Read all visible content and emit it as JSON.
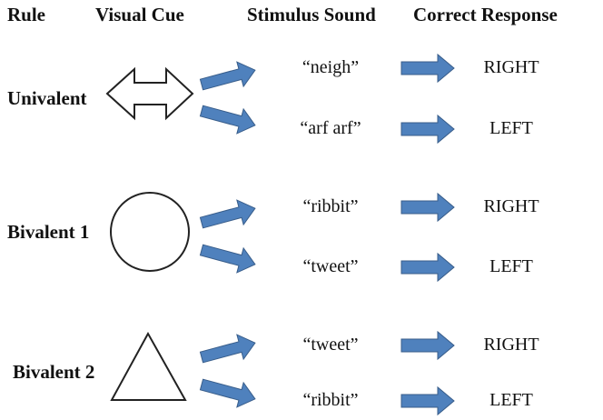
{
  "headers": {
    "rule": "Rule",
    "visual_cue": "Visual Cue",
    "stimulus_sound": "Stimulus Sound",
    "correct_response": "Correct Response"
  },
  "rows": [
    {
      "rule": "Univalent",
      "cue": "double-arrow",
      "pairs": [
        {
          "sound": "“neigh”",
          "response": "RIGHT"
        },
        {
          "sound": "“arf arf”",
          "response": "LEFT"
        }
      ]
    },
    {
      "rule": "Bivalent 1",
      "cue": "circle",
      "pairs": [
        {
          "sound": "“ribbit”",
          "response": "RIGHT"
        },
        {
          "sound": "“tweet”",
          "response": "LEFT"
        }
      ]
    },
    {
      "rule": "Bivalent 2",
      "cue": "triangle",
      "pairs": [
        {
          "sound": "“tweet”",
          "response": "RIGHT"
        },
        {
          "sound": "“ribbit”",
          "response": "LEFT"
        }
      ]
    }
  ],
  "colors": {
    "arrow_fill": "#4f81bd",
    "arrow_stroke": "#385d8a",
    "shape_stroke": "#222222"
  }
}
